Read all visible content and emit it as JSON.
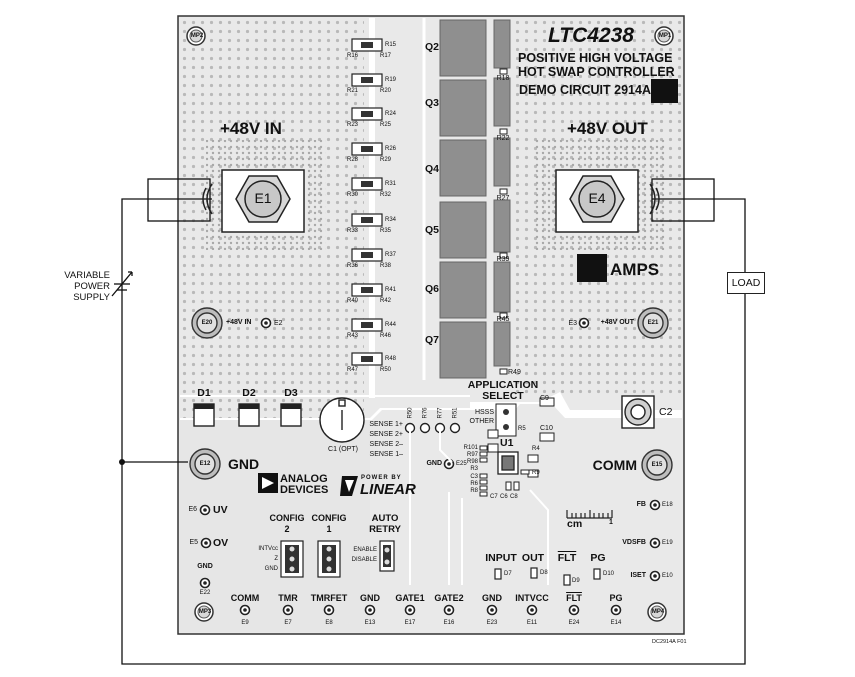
{
  "header": {
    "part_number": "LTC4238",
    "line1": "POSITIVE HIGH VOLTAGE",
    "line2": "HOT SWAP CONTROLLER",
    "demo_circuit": "DEMO CIRCUIT 2914A-"
  },
  "mounting_holes": [
    "MP2",
    "MP1",
    "MP3",
    "MP4"
  ],
  "terminals": {
    "input_label": "+48V  IN",
    "output_label": "+48V  OUT",
    "e1": "E1",
    "e4": "E4",
    "amps": "AMPS"
  },
  "external": {
    "supply_line1": "VARIABLE",
    "supply_line2": "POWER",
    "supply_line3": "SUPPLY",
    "load": "LOAD"
  },
  "resistors": [
    {
      "right": "R15",
      "left": "R16",
      "right2": "R17"
    },
    {
      "right": "R19",
      "left": "R21",
      "right2": "R20"
    },
    {
      "right": "R24",
      "left": "R23",
      "right2": "R25"
    },
    {
      "right": "R26",
      "left": "R28",
      "right2": "R29"
    },
    {
      "right": "R31",
      "left": "R30",
      "right2": "R32"
    },
    {
      "right": "R34",
      "left": "R33",
      "right2": "R35"
    },
    {
      "right": "R37",
      "left": "R36",
      "right2": "R38"
    },
    {
      "right": "R41",
      "left": "R40",
      "right2": "R42"
    },
    {
      "right": "R44",
      "left": "R43",
      "right2": "R46"
    },
    {
      "right": "R48",
      "left": "R47",
      "right2": "R50"
    }
  ],
  "mosfets": [
    "Q2",
    "Q3",
    "Q4",
    "Q5",
    "Q6",
    "Q7"
  ],
  "column_resistors": [
    "R18",
    "R22",
    "R27",
    "R39",
    "R45",
    "R49"
  ],
  "diodes": [
    "D1",
    "D2",
    "D3"
  ],
  "capacitors": {
    "c1": "C1 (OPT)",
    "c2": "C2",
    "c9": "C9",
    "c10": "C10"
  },
  "app_select": {
    "line1": "APPLICATION",
    "line2": "SELECT",
    "opt1": "HSSS",
    "opt2": "OTHER"
  },
  "sense_pins": [
    "SENSE 1+",
    "SENSE 2+",
    "SENSE 2–",
    "SENSE 1–"
  ],
  "sense_refs": [
    "R50",
    "R76",
    "R77",
    "R51"
  ],
  "u1": {
    "label": "U1",
    "parts": [
      "R101",
      "R97",
      "R98",
      "R3",
      "R5",
      "R4",
      "R9",
      "C3",
      "R6",
      "R8",
      "C6",
      "C8",
      "C7"
    ]
  },
  "mid_pads": {
    "gnd_label": "GND",
    "gnd_ref": "E25"
  },
  "pads": {
    "e20_ref": "E20",
    "e20_label": "+48V  IN",
    "e2": "E2",
    "e21_ref": "E21",
    "e21_label": "+48V  OUT",
    "e3": "E3",
    "e12_ref": "E12",
    "e12_label": "GND",
    "e15_ref": "E15",
    "e15_label": "COMM",
    "e6": "E6",
    "uv": "UV",
    "e5": "E5",
    "ov": "OV",
    "e22_label": "GND",
    "e22": "E22",
    "fb": "FB",
    "e18": "E18",
    "vdsfb": "VDSFB",
    "e19": "E19",
    "iset": "ISET",
    "e10": "E10"
  },
  "logos": {
    "adi1": "ANALOG",
    "adi2": "DEVICES",
    "powered_by": "POWER BY",
    "linear": "LINEAR"
  },
  "config": {
    "config2": [
      "CONFIG",
      "2"
    ],
    "config1": [
      "CONFIG",
      "1"
    ],
    "rows": [
      "INTVcc",
      "Z",
      "GND"
    ],
    "auto_retry": [
      "AUTO",
      "RETRY"
    ],
    "retry_rows": [
      "ENABLE",
      "DISABLE"
    ]
  },
  "leds": [
    {
      "title": "INPUT",
      "ref": "D7"
    },
    {
      "title": "OUT",
      "ref": "D8"
    },
    {
      "title": "FLT",
      "ref": "D9"
    },
    {
      "title": "PG",
      "ref": "D10"
    }
  ],
  "scale": {
    "unit": "cm",
    "value": "1"
  },
  "bottom_pads": [
    {
      "label": "COMM",
      "ref": "E9"
    },
    {
      "label": "TMR",
      "ref": "E7"
    },
    {
      "label": "TMRFET",
      "ref": "E8"
    },
    {
      "label": "GND",
      "ref": "E13"
    },
    {
      "label": "GATE1",
      "ref": "E17"
    },
    {
      "label": "GATE2",
      "ref": "E16"
    },
    {
      "label": "GND",
      "ref": "E23"
    },
    {
      "label": "INTVCC",
      "ref": "E11"
    },
    {
      "label": "FLT",
      "ref": "E24"
    },
    {
      "label": "PG",
      "ref": "E14"
    }
  ],
  "figure_code": "DC2914A F01"
}
